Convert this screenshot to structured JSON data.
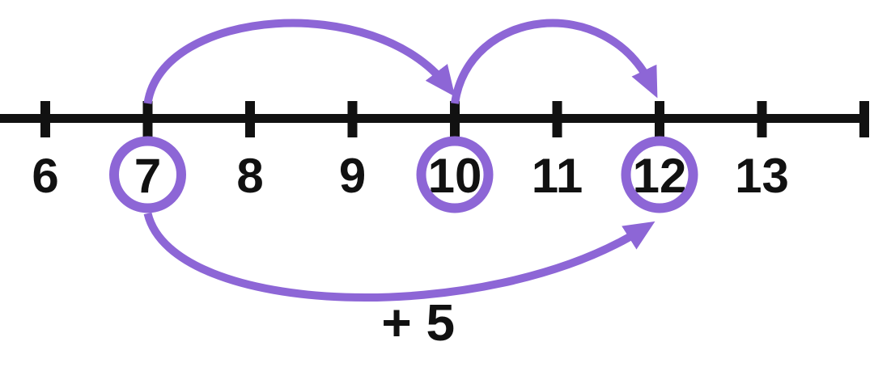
{
  "diagram": {
    "type": "number_line",
    "colors": {
      "accent": "#8d66d6",
      "line": "#111111"
    },
    "numbers": [
      6,
      7,
      8,
      9,
      10,
      11,
      12,
      13
    ],
    "circled_numbers": [
      7,
      10,
      12
    ],
    "unlabeled_end_tick": true,
    "jumps": [
      {
        "from": 7,
        "to": 10,
        "side": "above"
      },
      {
        "from": 10,
        "to": 12,
        "side": "above"
      },
      {
        "from": 7,
        "to": 12,
        "side": "below",
        "label": "+ 5"
      }
    ]
  }
}
